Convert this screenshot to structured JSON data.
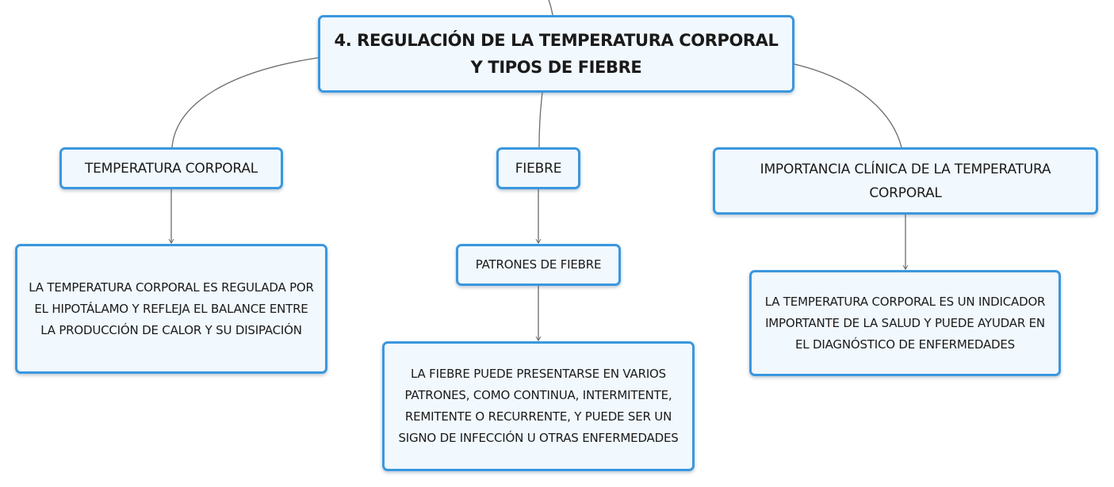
{
  "map": {
    "central_topic": "4. REGULACIÓN DE LA TEMPERATURA CORPORAL Y TIPOS DE FIEBRE",
    "branches": [
      {
        "label": "TEMPERATURA CORPORAL",
        "detail": "LA TEMPERATURA CORPORAL ES REGULADA POR EL HIPOTÁLAMO Y REFLEJA EL BALANCE ENTRE LA PRODUCCIÓN DE CALOR Y SU DISIPACIÓN"
      },
      {
        "label": "FIEBRE",
        "subtopic": "PATRONES DE FIEBRE",
        "detail": "LA FIEBRE PUEDE PRESENTARSE EN VARIOS PATRONES, COMO CONTINUA, INTERMITENTE, REMITENTE O RECURRENTE, Y PUEDE SER UN SIGNO DE INFECCIÓN U OTRAS ENFERMEDADES"
      },
      {
        "label": "IMPORTANCIA CLÍNICA DE LA TEMPERATURA CORPORAL",
        "detail": "LA TEMPERATURA CORPORAL ES UN INDICADOR IMPORTANTE DE LA SALUD Y PUEDE AYUDAR EN EL DIAGNÓSTICO DE ENFERMEDADES"
      }
    ]
  },
  "colors": {
    "node_border": "#3a97df",
    "node_fill": "#f1f8fe",
    "connector": "#6b6b6b"
  }
}
